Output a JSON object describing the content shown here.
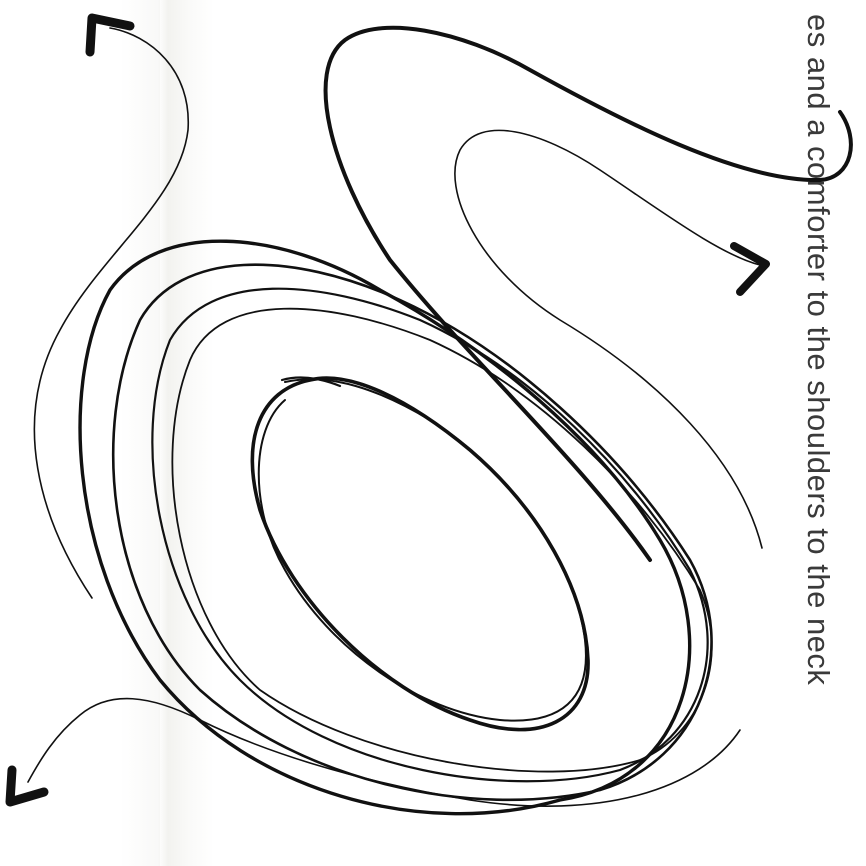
{
  "page": {
    "caption_fragment": "es and a comforter to the shoulders to the neck",
    "colors": {
      "paper": "#ffffff",
      "ink": "#111111",
      "fold_shadow": "#e8e8e2"
    }
  },
  "diagram": {
    "type": "hand-drawn flow sketch",
    "elements": [
      "arrow-top-left",
      "arrow-right",
      "arrow-bottom-left",
      "nested-loop-curves",
      "upper-right-s-curves"
    ]
  }
}
